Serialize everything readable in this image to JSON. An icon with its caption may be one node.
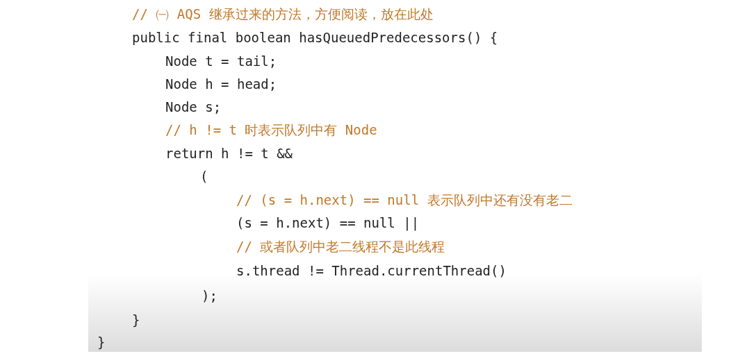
{
  "diagram": {
    "labels": [
      "// ㈠ AQS 继承过来的方法，方便阅读，放在此处",
      "public final boolean hasQueuedPredecessors() {",
      "Node t = tail;",
      "Node h = head;",
      "Node s;",
      "// h != t 时表示队列中有 Node",
      "return h != t &&",
      "(",
      "// (s = h.next) == null 表示队列中还有没有老二",
      "(s = h.next) == null ||",
      "// 或者队列中老二线程不是此线程",
      "s.thread != Thread.currentThread()",
      ");",
      "}",
      "}"
    ]
  }
}
